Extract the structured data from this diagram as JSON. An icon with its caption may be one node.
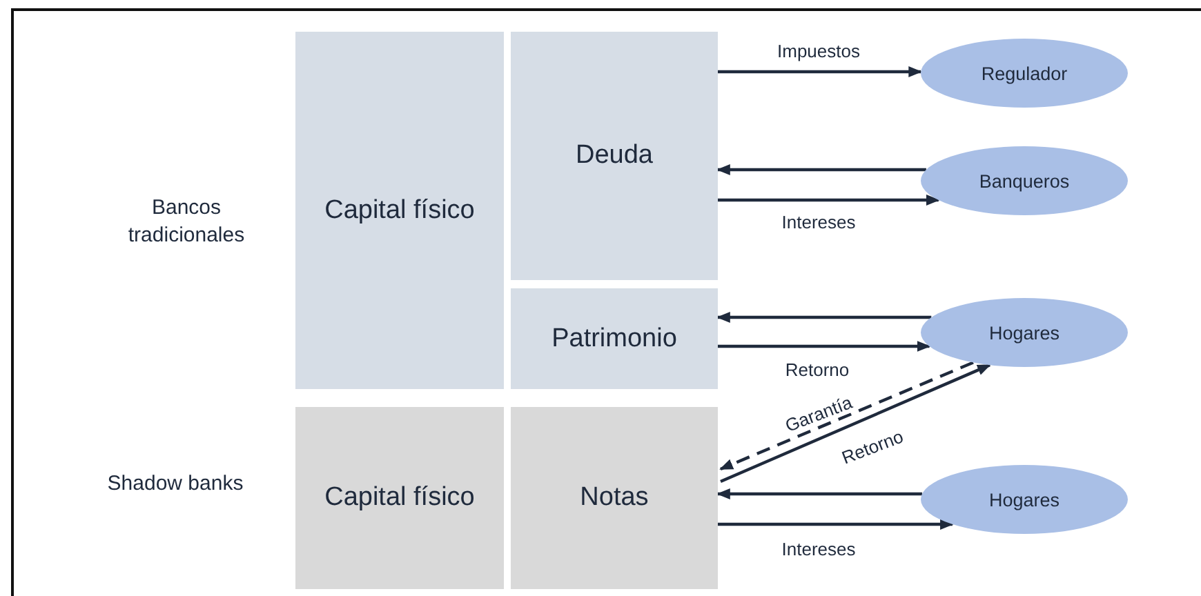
{
  "diagram": {
    "nodes": [
      {
        "text": [
          "Capital físico"
        ]
      },
      {
        "text": [
          "Deuda"
        ]
      },
      {
        "text": [
          "Patrimonio"
        ]
      },
      {
        "text": [
          "Capital físico"
        ]
      },
      {
        "text": [
          "Notas"
        ]
      },
      {
        "text": [
          "Regulador"
        ]
      },
      {
        "text": [
          "Banqueros"
        ]
      },
      {
        "text": [
          "Hogares"
        ]
      },
      {
        "text": [
          "Hogares"
        ]
      }
    ],
    "edges": [
      {
        "from": 1,
        "to": 5,
        "arrow": "to",
        "label": "Impuestos"
      },
      {
        "from": 6,
        "to": 1,
        "arrow": "to"
      },
      {
        "from": 1,
        "to": 6,
        "arrow": "to",
        "label": "Intereses"
      },
      {
        "from": 7,
        "to": 2,
        "arrow": "to"
      },
      {
        "from": 2,
        "to": 7,
        "arrow": "to",
        "label": "Retorno"
      },
      {
        "from": 7,
        "to": 4,
        "arrow": "to",
        "label": "Garantía",
        "style": "dashed"
      },
      {
        "from": 4,
        "to": 7,
        "arrow": "to",
        "label": "Retorno"
      },
      {
        "from": 8,
        "to": 4,
        "arrow": "to"
      },
      {
        "from": 4,
        "to": 8,
        "arrow": "to",
        "label": "Intereses"
      }
    ],
    "labels": [
      "Bancos tradicionales",
      "Shadow banks"
    ]
  }
}
